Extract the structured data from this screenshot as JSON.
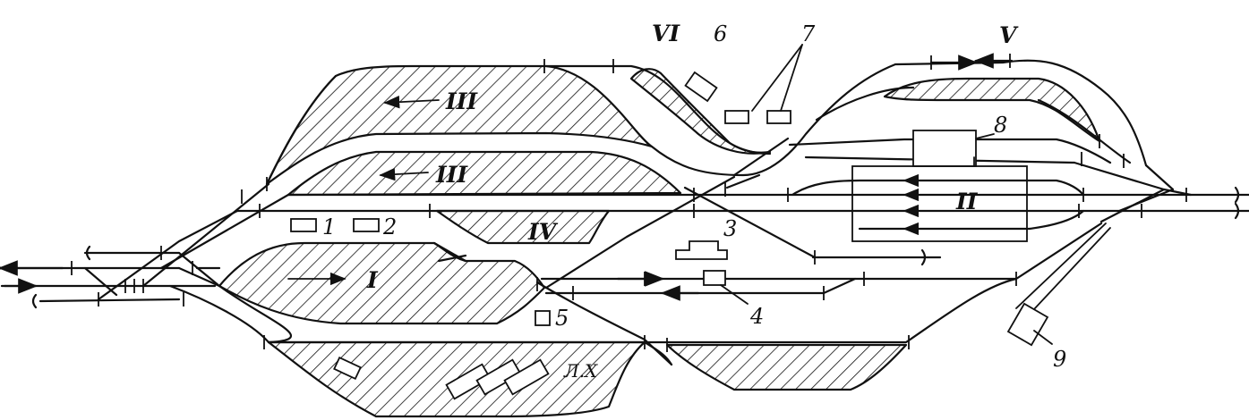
{
  "labels": {
    "park_I": "I",
    "park_II": "II",
    "park_III_upper": "III",
    "park_III_lower": "III",
    "park_IV": "IV",
    "park_V": "V",
    "park_VI": "VI",
    "item_1": "1",
    "item_2": "2",
    "item_3": "3",
    "item_4": "4",
    "item_5": "5",
    "item_6": "6",
    "item_7": "7",
    "item_8": "8",
    "item_9": "9",
    "depot": "Л.Х"
  }
}
